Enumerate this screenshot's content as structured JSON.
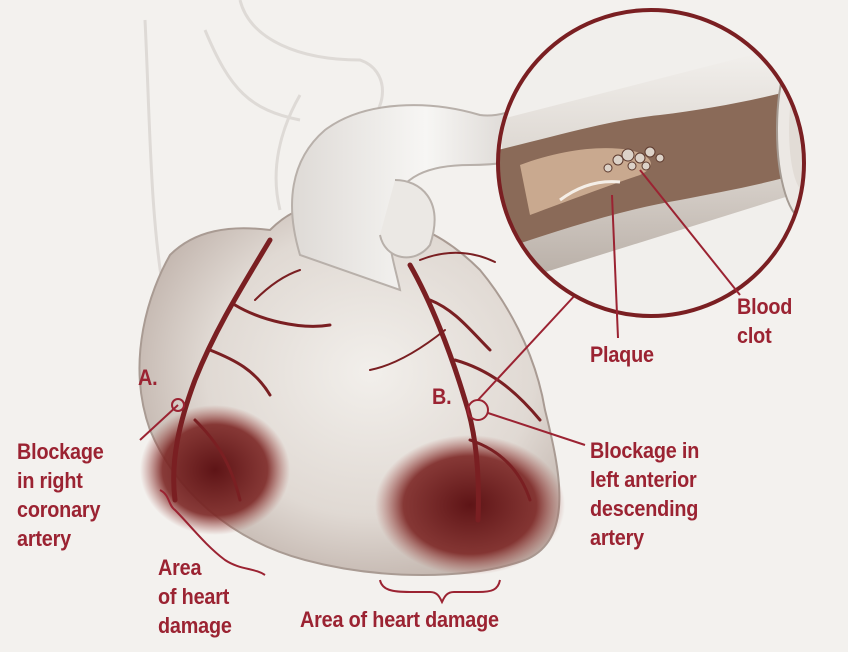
{
  "labels": {
    "marker_a": "A.",
    "marker_b": "B.",
    "blockage_right": [
      "Blockage",
      "in right",
      "coronary",
      "artery"
    ],
    "blockage_left": [
      "Blockage in",
      "left anterior",
      "descending",
      "artery"
    ],
    "area_left": [
      "Area",
      "of heart",
      "damage"
    ],
    "area_bottom": "Area of heart damage",
    "plaque": "Plaque",
    "blood_clot": [
      "Blood",
      "clot"
    ]
  },
  "colors": {
    "label": "#9b2332",
    "artery": "#7a1f22",
    "damage": "#6a1a1c",
    "heart": "#e6e1dc",
    "background": "#f3f1ee"
  }
}
